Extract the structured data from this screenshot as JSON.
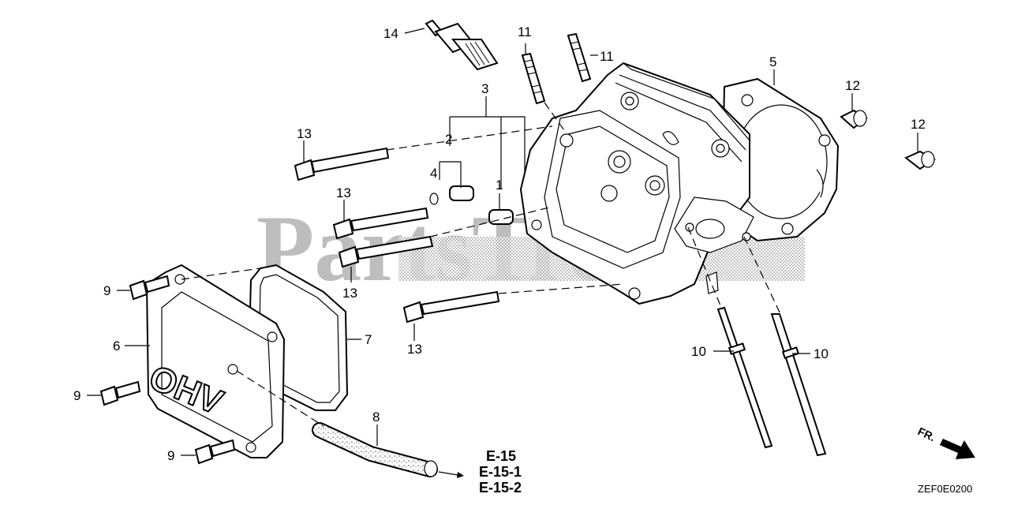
{
  "watermark": "PartsTree",
  "diagram_code": "ZEF0E0200",
  "front_indicator": "FR.",
  "cover_marking": "OHV",
  "references": [
    "E-15",
    "E-15-1",
    "E-15-2"
  ],
  "callouts": {
    "c1": "1",
    "c2": "2",
    "c3": "3",
    "c4": "4",
    "c5": "5",
    "c6": "6",
    "c7": "7",
    "c8": "8",
    "c9a": "9",
    "c9b": "9",
    "c9c": "9",
    "c10a": "10",
    "c10b": "10",
    "c11a": "11",
    "c11b": "11",
    "c12a": "12",
    "c12b": "12",
    "c13a": "13",
    "c13b": "13",
    "c13c": "13",
    "c13d": "13",
    "c14": "14"
  }
}
